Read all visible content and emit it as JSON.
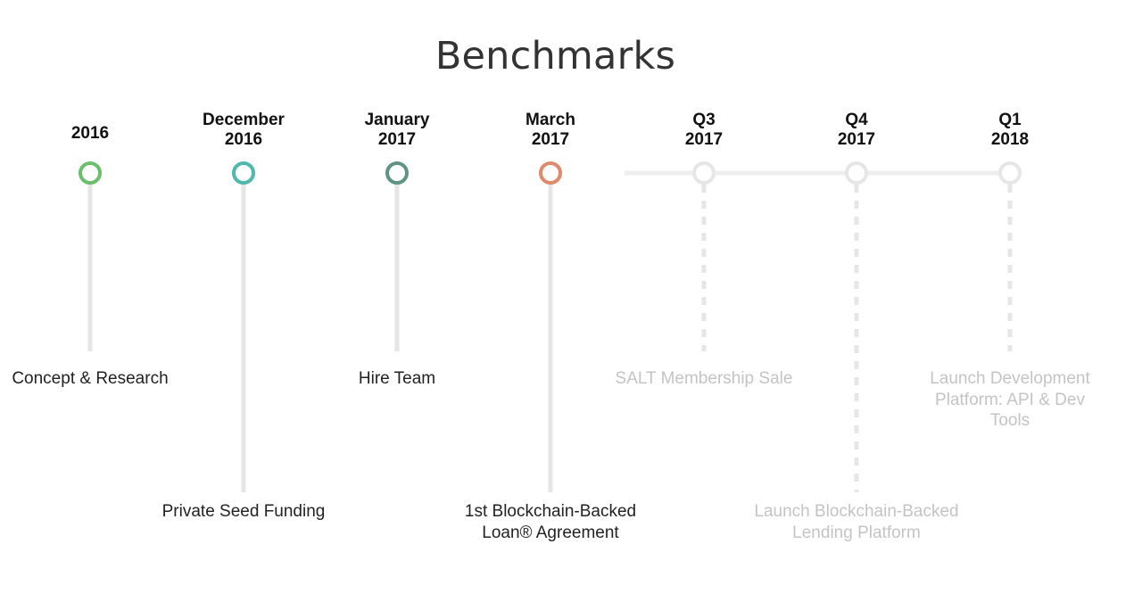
{
  "title": "Benchmarks",
  "milestones": [
    {
      "date": "2016",
      "event": "Concept & Research",
      "status": "done",
      "color": "#6abf6a"
    },
    {
      "date": "December\n2016",
      "event": "Private Seed Funding",
      "status": "done",
      "color": "#4db8ab"
    },
    {
      "date": "January\n2017",
      "event": "Hire Team",
      "status": "done",
      "color": "#5f9485"
    },
    {
      "date": "March\n2017",
      "event": "1st Blockchain-Backed\nLoan® Agreement",
      "status": "done",
      "color": "#df8a6a"
    },
    {
      "date": "Q3\n2017",
      "event": "SALT Membership Sale",
      "status": "future",
      "color": "#e6e6e6"
    },
    {
      "date": "Q4\n2017",
      "event": "Launch Blockchain-Backed\nLending Platform",
      "status": "future",
      "color": "#e6e6e6"
    },
    {
      "date": "Q1\n2018",
      "event": "Launch Development\nPlatform: API & Dev\nTools",
      "status": "future",
      "color": "#e6e6e6"
    }
  ],
  "colors": {
    "future_line": "#eeeeee",
    "stem_done": "#e6e6e6",
    "stem_future": "#e6e6e6",
    "future_text": "#c4c4c4",
    "done_text": "#222222",
    "progress_end": "#db6f5e"
  }
}
